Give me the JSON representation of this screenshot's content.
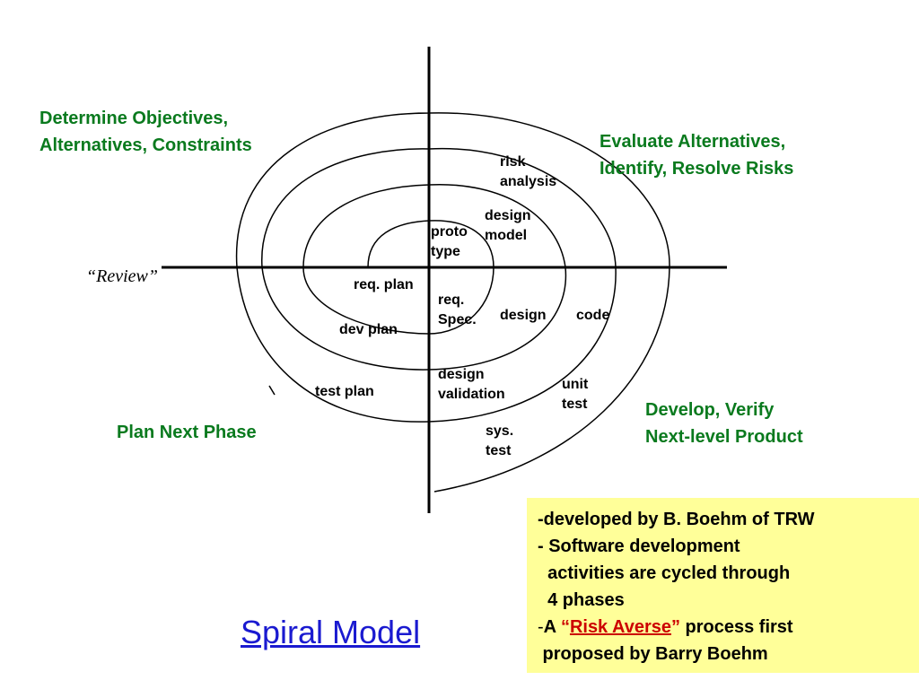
{
  "quadrants": {
    "top_left": [
      "Determine Objectives,",
      "Alternatives, Constraints"
    ],
    "top_right": [
      "Evaluate Alternatives,",
      "Identify, Resolve Risks"
    ],
    "bottom_left": [
      "Plan Next Phase"
    ],
    "bottom_right": [
      "Develop, Verify",
      "Next-level Product"
    ]
  },
  "review_label": "“Review”",
  "steps": {
    "risk_analysis": [
      "risk",
      "analysis"
    ],
    "design_model": [
      "design",
      "model"
    ],
    "prototype": [
      "proto",
      "type"
    ],
    "req_plan": [
      "req. plan"
    ],
    "req_spec": [
      "req.",
      "Spec."
    ],
    "design": [
      "design"
    ],
    "code": [
      "code"
    ],
    "dev_plan": [
      "dev plan"
    ],
    "design_validation": [
      "design",
      "validation"
    ],
    "unit_test": [
      "unit",
      "test"
    ],
    "test_plan": [
      "test plan"
    ],
    "sys_test": [
      "sys.",
      "test"
    ]
  },
  "title": "Spiral Model",
  "note": {
    "line1": "-developed by B. Boehm of TRW",
    "line2": "- Software development",
    "line3": "  activities are cycled through",
    "line4": "  4 phases",
    "line5_prefix": "-",
    "line5_a": "A ",
    "line5_open_quote": "“",
    "line5_term": "Risk Averse",
    "line5_close_quote": "”",
    "line5_rest": " process first",
    "line6": " proposed by Barry Boehm"
  },
  "colors": {
    "quadrant_text": "#0a7a1e",
    "title": "#1a1ad0",
    "note_background": "#ffff99",
    "risk_averse": "#cc0000"
  }
}
